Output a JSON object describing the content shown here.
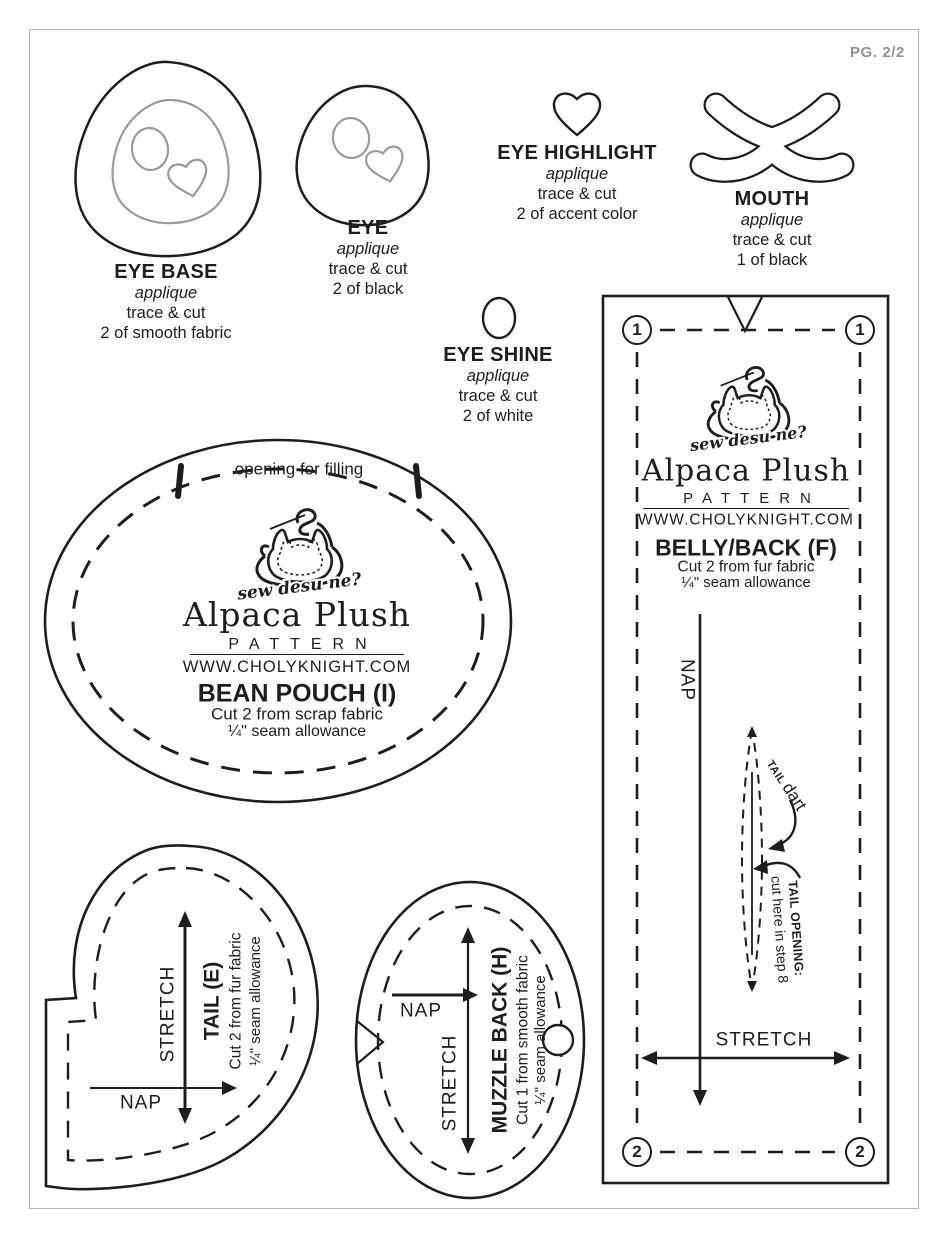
{
  "page": {
    "label": "PG. 2/2"
  },
  "colors": {
    "ink": "#1d1d1d",
    "gray": "#9a9a9a",
    "page_border": "#b5b5b5",
    "page_label": "#919191"
  },
  "logo": {
    "text": "sew desu ne?"
  },
  "brand": {
    "title": "Alpaca Plush",
    "pattern_word": "PATTERN",
    "website": "WWW.CHOLYKNIGHT.COM"
  },
  "applique_pieces": {
    "eye_base": {
      "name": "EYE BASE",
      "technique": "applique",
      "line1": "trace & cut",
      "line2": "2 of smooth fabric"
    },
    "eye": {
      "name": "EYE",
      "technique": "applique",
      "line1": "trace & cut",
      "line2": "2 of black"
    },
    "eye_highlight": {
      "name": "EYE HIGHLIGHT",
      "technique": "applique",
      "line1": "trace & cut",
      "line2": "2 of accent color"
    },
    "mouth": {
      "name": "MOUTH",
      "technique": "applique",
      "line1": "trace & cut",
      "line2": "1 of black"
    },
    "eye_shine": {
      "name": "EYE SHINE",
      "technique": "applique",
      "line1": "trace & cut",
      "line2": "2 of white"
    }
  },
  "bean_pouch": {
    "opening_note": "opening for filling",
    "name": "BEAN POUCH (I)",
    "cut": "Cut 2 from scrap fabric",
    "seam": "¼\" seam allowance"
  },
  "belly_back": {
    "name": "BELLY/BACK (F)",
    "cut": "Cut 2 from fur fabric",
    "seam": "¼\" seam allowance",
    "nap": "NAP",
    "stretch": "STRETCH",
    "match_top": "1",
    "match_bottom": "2",
    "dart_label_small": "TAIL",
    "dart_label": "dart",
    "opening_bold": "TAIL OPENING:",
    "opening_note": "cut here in step 8"
  },
  "tail": {
    "name": "TAIL (E)",
    "cut": "Cut 2 from fur fabric",
    "seam": "¼\" seam allowance",
    "nap": "NAP",
    "stretch": "STRETCH"
  },
  "muzzle_back": {
    "name": "MUZZLE BACK (H)",
    "cut": "Cut 1 from smooth fabric",
    "seam": "¼\" seam allowance",
    "nap": "NAP",
    "stretch": "STRETCH"
  }
}
